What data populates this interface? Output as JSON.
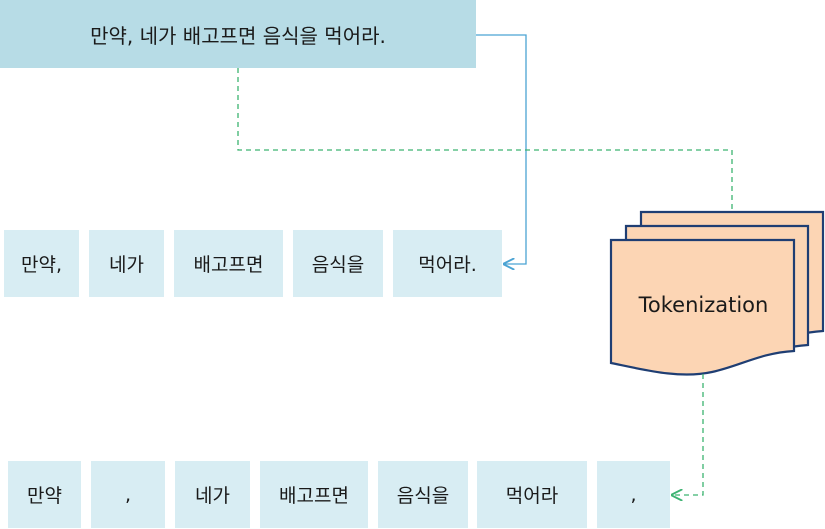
{
  "sentence": "만약, 네가 배고프면 음식을 먹어라.",
  "word_tokens": [
    "만약,",
    "네가",
    "배고프면",
    "음식을",
    "먹어라."
  ],
  "fine_tokens": [
    "만약",
    ",",
    "네가",
    "배고프면",
    "음식을",
    "먹어라",
    ","
  ],
  "process_label": "Tokenization",
  "colors": {
    "sentence_bg": "#b7dce6",
    "token_bg": "#d8edf3",
    "doc_fill": "#fcd5b4",
    "solid_arrow": "#4ba3d3",
    "dashed_arrow": "#3cb371"
  }
}
